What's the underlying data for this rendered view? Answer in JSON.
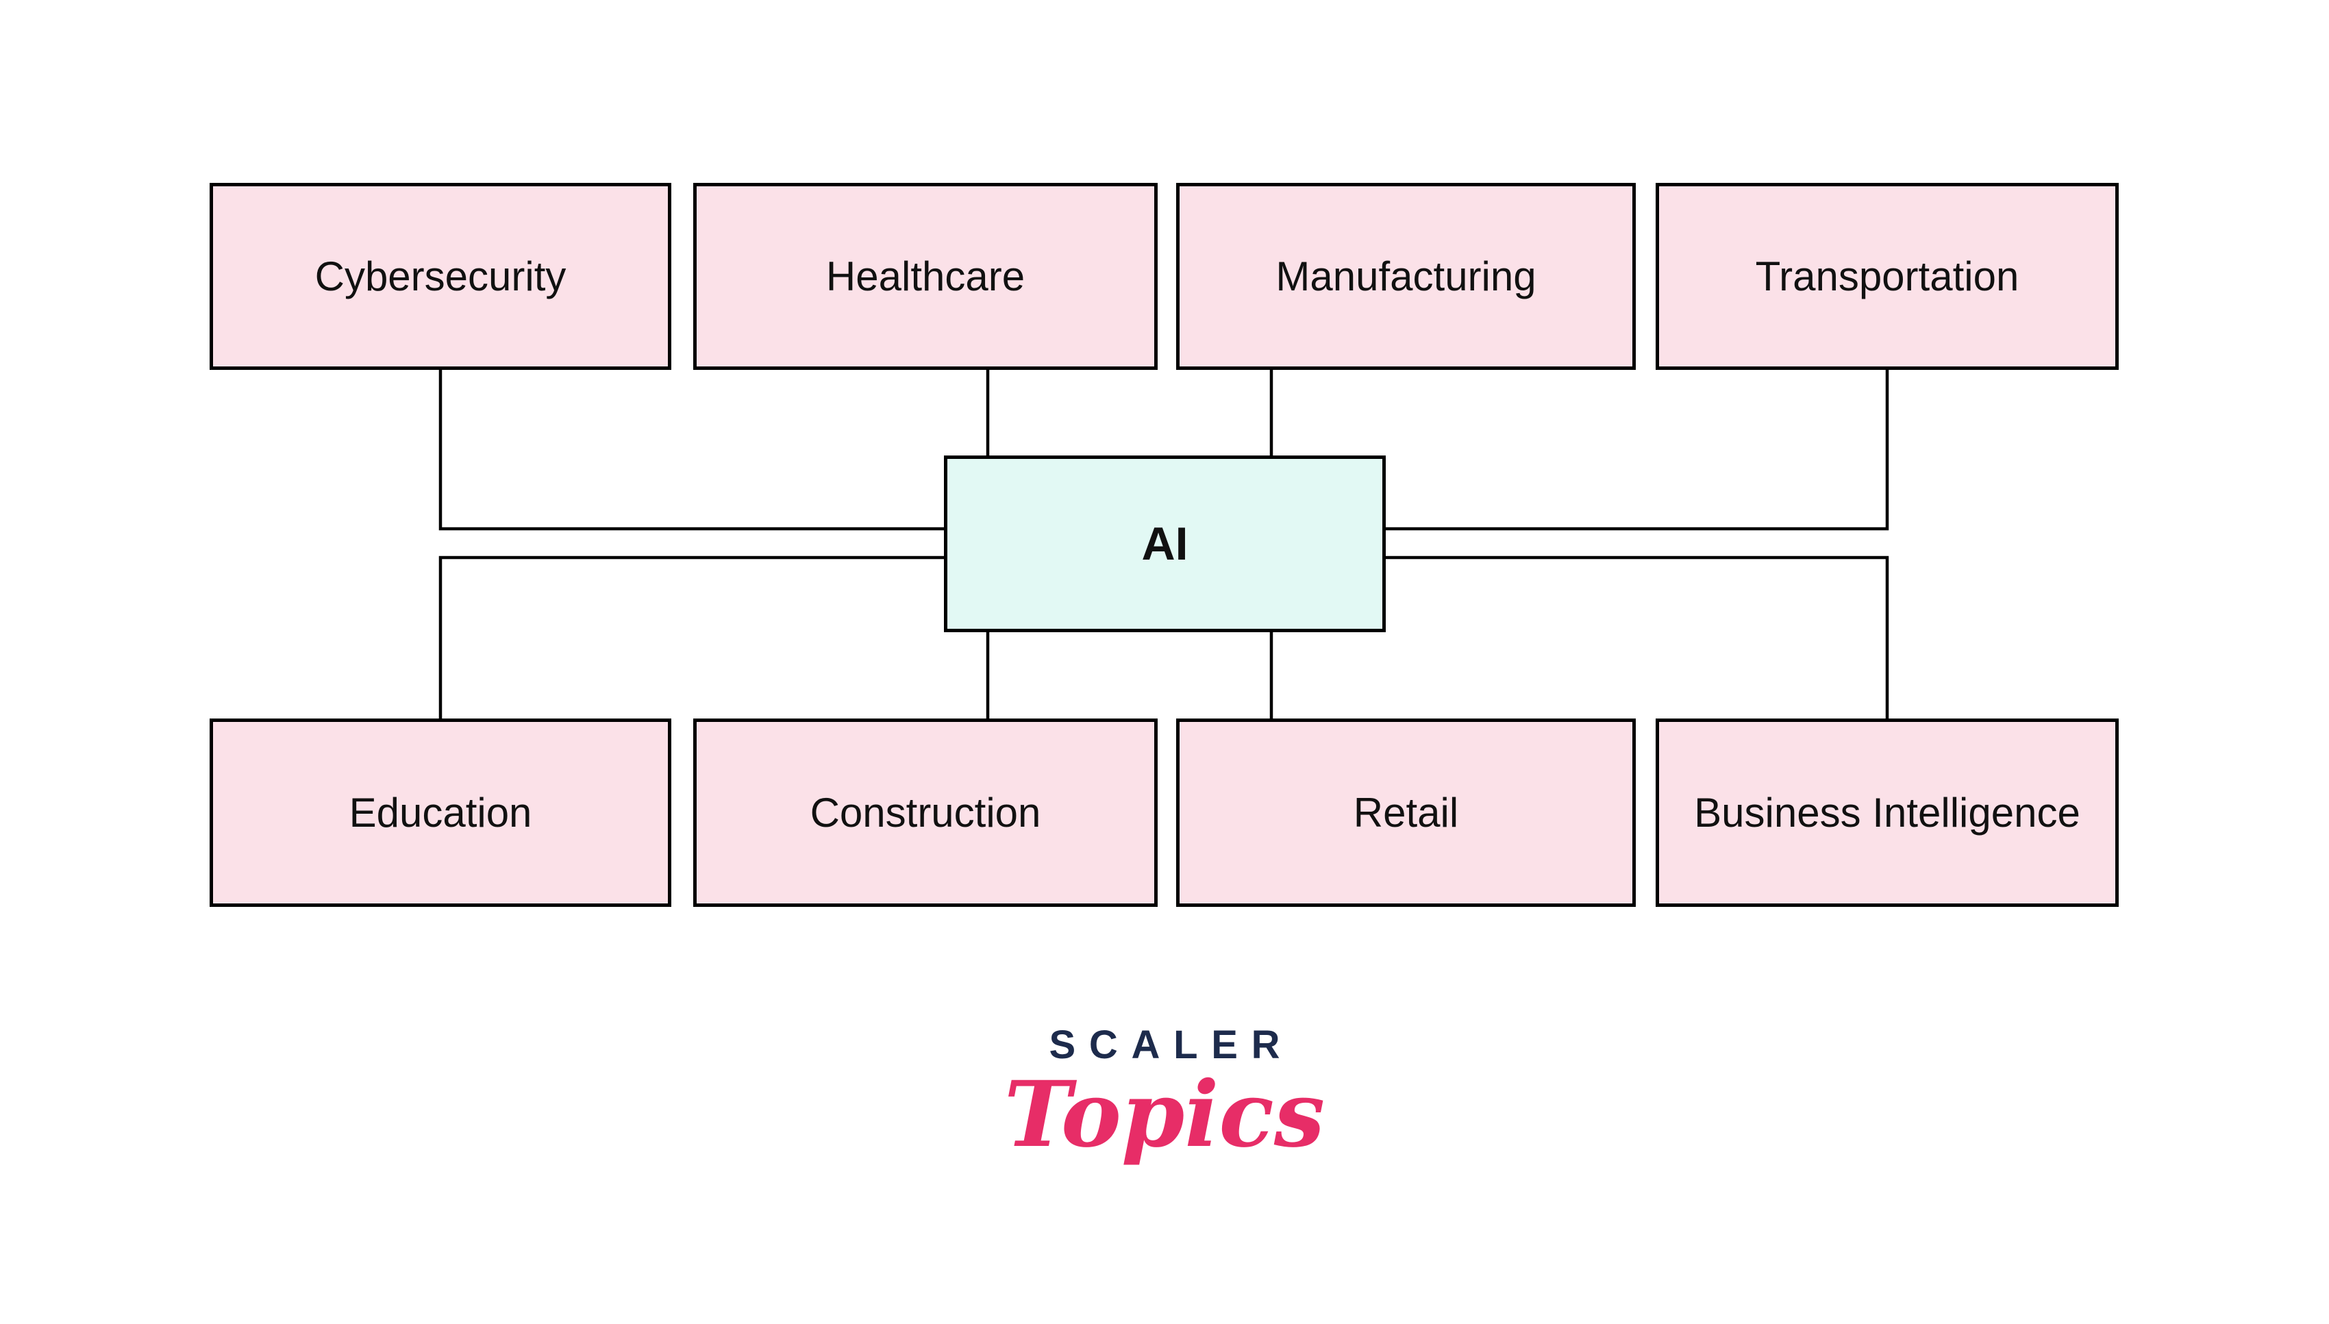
{
  "diagram": {
    "center_node": {
      "label": "AI"
    },
    "top_row": [
      {
        "label": "Cybersecurity"
      },
      {
        "label": "Healthcare"
      },
      {
        "label": "Manufacturing"
      },
      {
        "label": "Transportation"
      }
    ],
    "bottom_row": [
      {
        "label": "Education"
      },
      {
        "label": "Construction"
      },
      {
        "label": "Retail"
      },
      {
        "label": "Business Intelligence"
      }
    ],
    "edges": [
      {
        "from": "AI",
        "to": "Cybersecurity"
      },
      {
        "from": "AI",
        "to": "Healthcare"
      },
      {
        "from": "AI",
        "to": "Manufacturing"
      },
      {
        "from": "AI",
        "to": "Transportation"
      },
      {
        "from": "AI",
        "to": "Education"
      },
      {
        "from": "AI",
        "to": "Construction"
      },
      {
        "from": "AI",
        "to": "Retail"
      },
      {
        "from": "AI",
        "to": "Business Intelligence"
      }
    ]
  },
  "logo": {
    "brand": "SCALER",
    "script": "Topics"
  },
  "colors": {
    "pink_fill": "#fbe1e8",
    "teal_fill": "#e2f9f4",
    "line": "#000000",
    "text": "#111111",
    "logo_navy": "#1d2b4c",
    "logo_pink": "#e72d67",
    "bg": "#ffffff"
  }
}
